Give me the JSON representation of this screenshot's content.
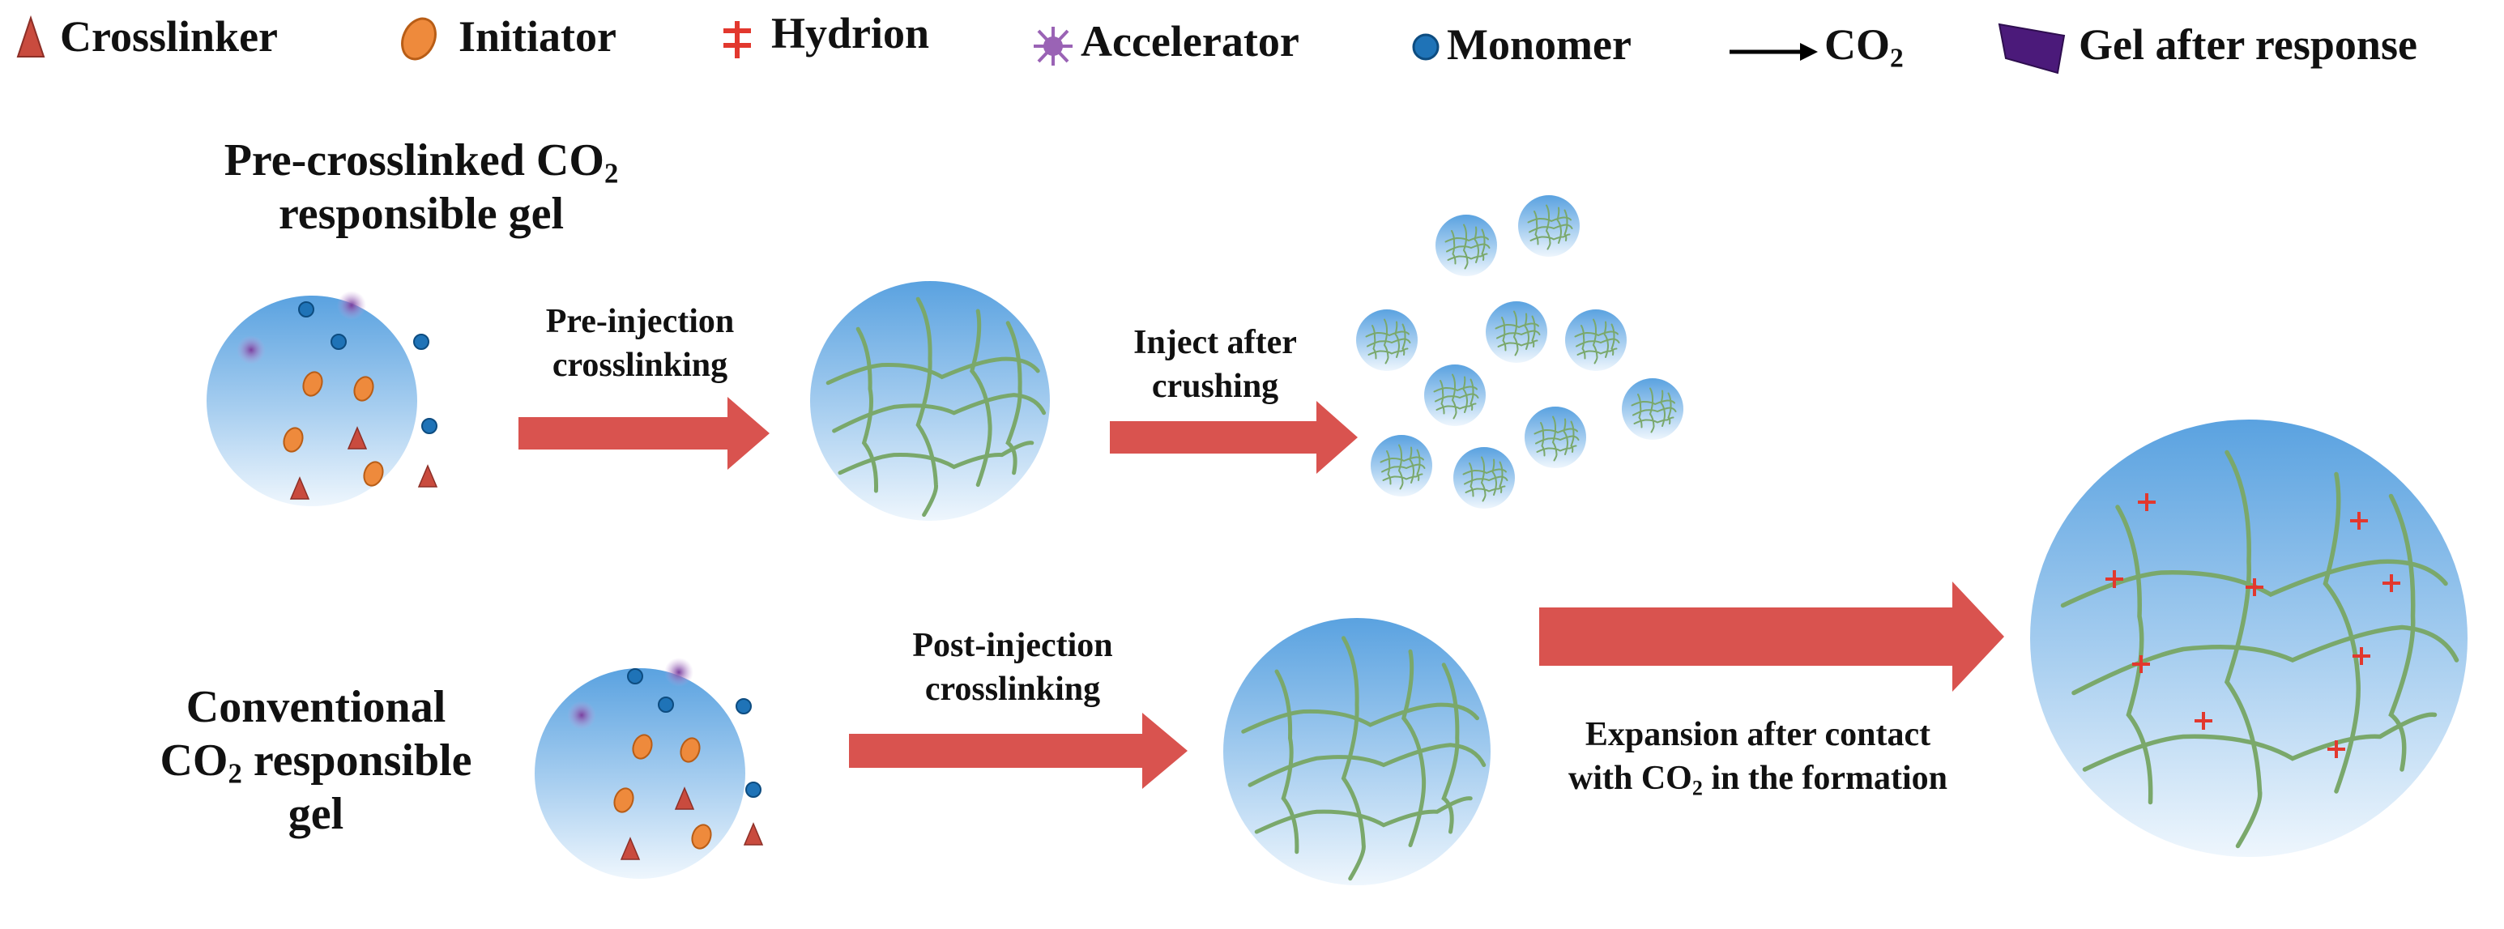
{
  "legend": {
    "crosslinker": "Crosslinker",
    "initiator": "Initiator",
    "hydrion": "Hydrion",
    "accelerator": "Accelerator",
    "monomer": "Monomer",
    "co2": "CO",
    "co2_sub": "2",
    "gel_after_response": "Gel after response"
  },
  "top_process": {
    "title_line1": "Pre-crosslinked CO",
    "title_line1_sub": "2",
    "title_line2": "responsible gel",
    "step1_line1": "Pre-injection",
    "step1_line2": "crosslinking",
    "step2_line1": "Inject after",
    "step2_line2": "crushing"
  },
  "bottom_process": {
    "title_line1": "Conventional",
    "title_line2_co": "CO",
    "title_line2_sub": "2",
    "title_line2_rest": " responsible",
    "title_line3": "gel",
    "step1_line1": "Post-injection",
    "step1_line2": "crosslinking",
    "step2_line1": "Expansion after contact",
    "step2_line2_pre": "with CO",
    "step2_line2_sub": "2",
    "step2_line2_post": " in the formation"
  },
  "colors": {
    "arrow": "#d9534f",
    "crosslinker": "#c94b3e",
    "initiator": "#ee8a3c",
    "hydrion": "#e2382e",
    "accelerator": "#9a63b5",
    "monomer": "#1f73b7",
    "gel_after_response": "#4b1a7a",
    "gel_fiber": "#7aa86b"
  }
}
